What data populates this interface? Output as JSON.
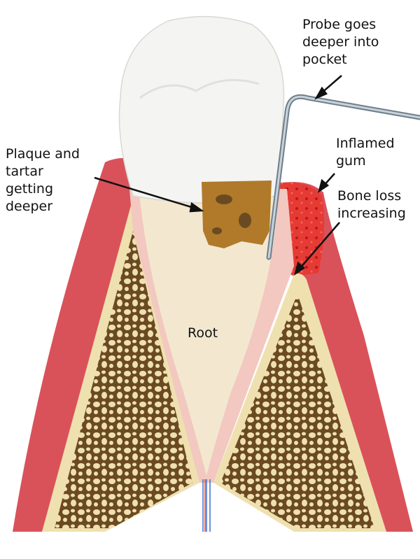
{
  "labels": {
    "probe": [
      "Probe goes",
      "deeper into",
      "pocket"
    ],
    "gum": [
      "Inflamed",
      "gum"
    ],
    "plaque": [
      "Plaque and",
      "tartar",
      "getting",
      "deeper"
    ],
    "bone": [
      "Bone loss",
      "increasing"
    ],
    "root": "Root"
  },
  "colors": {
    "gum": "#d9525a",
    "gum_inflamed": "#e02a2a",
    "bone": "#efe0b0",
    "bone_holes": "#6b4a22",
    "root": "#f3e8cf",
    "crown": "#f4f4f2",
    "plaque": "#b07a2a",
    "probe": "#8a9aa6"
  }
}
